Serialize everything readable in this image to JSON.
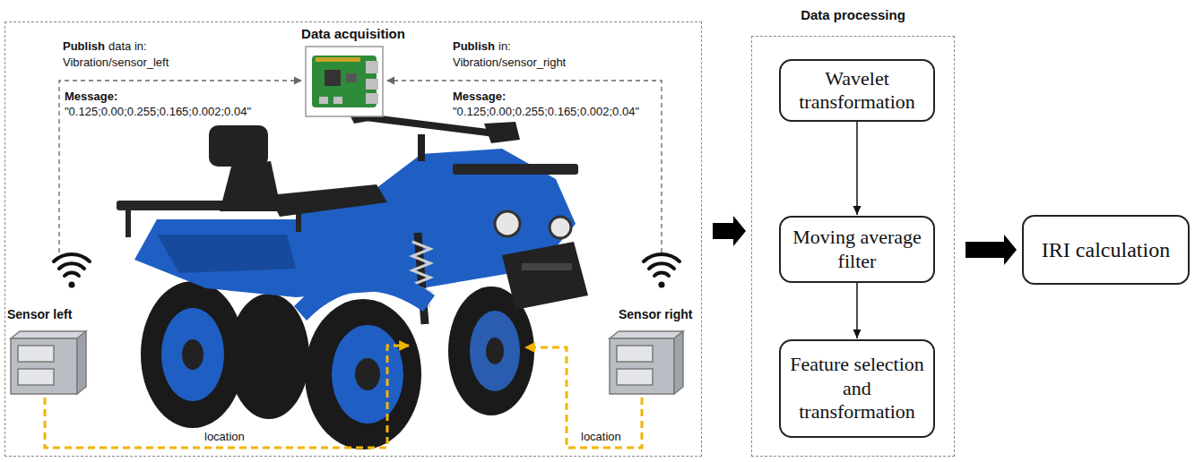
{
  "diagram": {
    "nodes": [
      {
        "text": [
          "Data acquisition"
        ]
      },
      {
        "text": [
          "Data processing"
        ]
      },
      {
        "text": [
          "Wavelet transformation"
        ],
        "in": 1
      },
      {
        "text": [
          "Moving average filter"
        ],
        "in": 1
      },
      {
        "text": [
          "Feature selection and transformation"
        ],
        "in": 1
      },
      {
        "text": [
          "IRI calculation"
        ]
      }
    ],
    "edges": [
      {
        "from": 0,
        "to": 1,
        "arrow": "to"
      },
      {
        "from": 2,
        "to": 3,
        "arrow": "to"
      },
      {
        "from": 3,
        "to": 4,
        "arrow": "to"
      },
      {
        "from": 1,
        "to": 5,
        "arrow": "to"
      }
    ],
    "labels": [
      "Publish",
      "data in:",
      "Vibration/sensor_left",
      "Message:",
      "\"0.125;0.00;0.255;0.165;0.002;0.04\"",
      "Publish",
      "in:",
      "Vibration/sensor_right",
      "Message:",
      "\"0.125;0.00;0.255;0.165;0.002;0.04\"",
      "Sensor left",
      "Sensor right",
      "location",
      "location"
    ]
  }
}
